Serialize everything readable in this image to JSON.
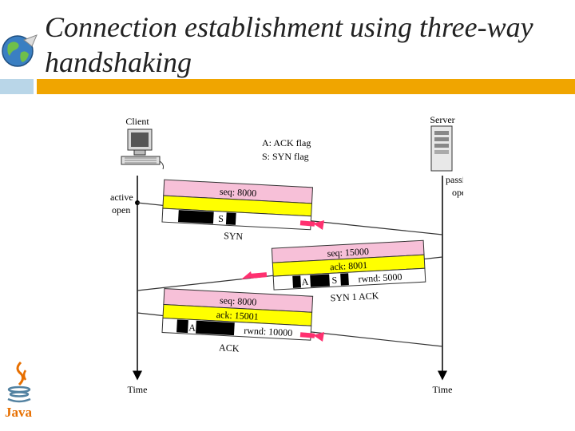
{
  "slide": {
    "title": "Connection establishment using three-way handshaking",
    "colors": {
      "accent_bar": "#f0a500",
      "strip": "#b9d6e8",
      "seq_band": "#f7c0d8",
      "ack_band": "#ffff00",
      "flag_box": "#000000"
    }
  },
  "diagram": {
    "client_label": "Client",
    "server_label": "Server",
    "legend": [
      "A: ACK flag",
      "S: SYN flag"
    ],
    "active_open": [
      "active",
      "open"
    ],
    "passive_open": [
      "passive",
      "open"
    ],
    "time_label": "Time",
    "segments": {
      "syn": {
        "seq": "seq: 8000",
        "flag_s": "S",
        "caption": "SYN"
      },
      "synack": {
        "seq": "seq: 15000",
        "ack": "ack: 8001",
        "flag_a": "A",
        "flag_s": "S",
        "rwnd": "rwnd: 5000",
        "caption": "SYN 1 ACK"
      },
      "ack": {
        "seq": "seq: 8000",
        "ack": "ack: 15001",
        "flag_a": "A",
        "rwnd": "rwnd: 10000",
        "caption": "ACK"
      }
    }
  },
  "icons": [
    "globe-icon",
    "java-logo-icon",
    "computer-icon",
    "server-icon"
  ]
}
